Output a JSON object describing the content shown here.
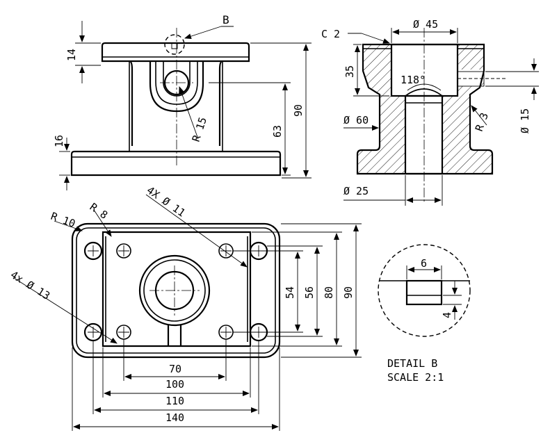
{
  "front_view": {
    "detail_callout": "B",
    "dims": {
      "flange_top": "14",
      "base": "16",
      "bore_radius": "R 15",
      "height_63": "63",
      "height_90": "90"
    }
  },
  "section_view": {
    "dims": {
      "chamfer": "C 2",
      "bore_top": "Ø 45",
      "depth": "35",
      "angle": "118°",
      "outer": "Ø 60",
      "fillet": "R 3",
      "side_hole": "Ø 15",
      "bore_bottom": "Ø 25"
    }
  },
  "top_view": {
    "dims": {
      "r10": "R 10",
      "r8": "R 8",
      "holes_inner": "4X  Ø  11",
      "holes_outer": "4x  Ø  13",
      "w70": "70",
      "w100": "100",
      "w110": "110",
      "w140": "140",
      "h54": "54",
      "h56": "56",
      "h80": "80",
      "h90": "90"
    }
  },
  "detail": {
    "w": "6",
    "h": "4",
    "title": "DETAIL B",
    "scale": "SCALE 2:1"
  }
}
